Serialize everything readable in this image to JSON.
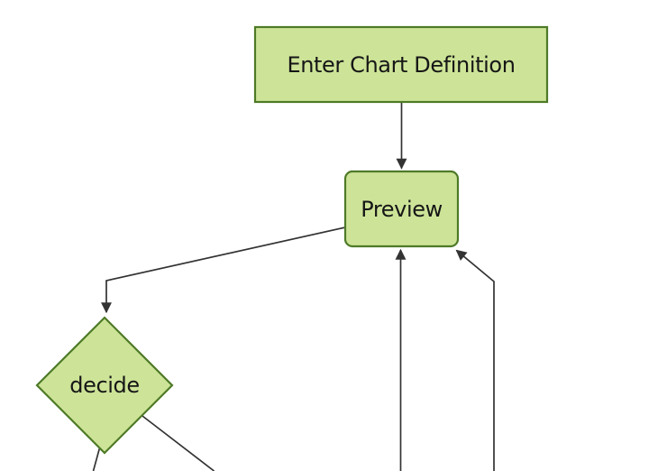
{
  "diagram": {
    "type": "flowchart",
    "orientation": "top-down",
    "colors": {
      "background": "#ffffff",
      "node_fill": "#cde498",
      "node_border": "#4e7a27",
      "edge": "#333333",
      "label_text": "#161616"
    },
    "nodes": [
      {
        "id": "enter-chart-definition",
        "shape": "rectangle",
        "label": "Enter Chart Definition"
      },
      {
        "id": "preview",
        "shape": "rounded-rectangle",
        "label": "Preview"
      },
      {
        "id": "decide",
        "shape": "diamond",
        "label": "decide"
      }
    ],
    "edges": [
      {
        "from": "Enter Chart Definition",
        "to": "Preview",
        "arrowhead": true
      },
      {
        "from": "Preview",
        "to": "decide",
        "arrowhead": true
      },
      {
        "from": "(off-screen below)",
        "to": "Preview",
        "arrowhead": true
      },
      {
        "from": "(off-screen below right)",
        "to": "Preview",
        "arrowhead": true
      },
      {
        "from": "decide",
        "to": "(off-screen below left)",
        "arrowhead": false
      },
      {
        "from": "decide",
        "to": "(off-screen below right)",
        "arrowhead": false
      }
    ]
  }
}
